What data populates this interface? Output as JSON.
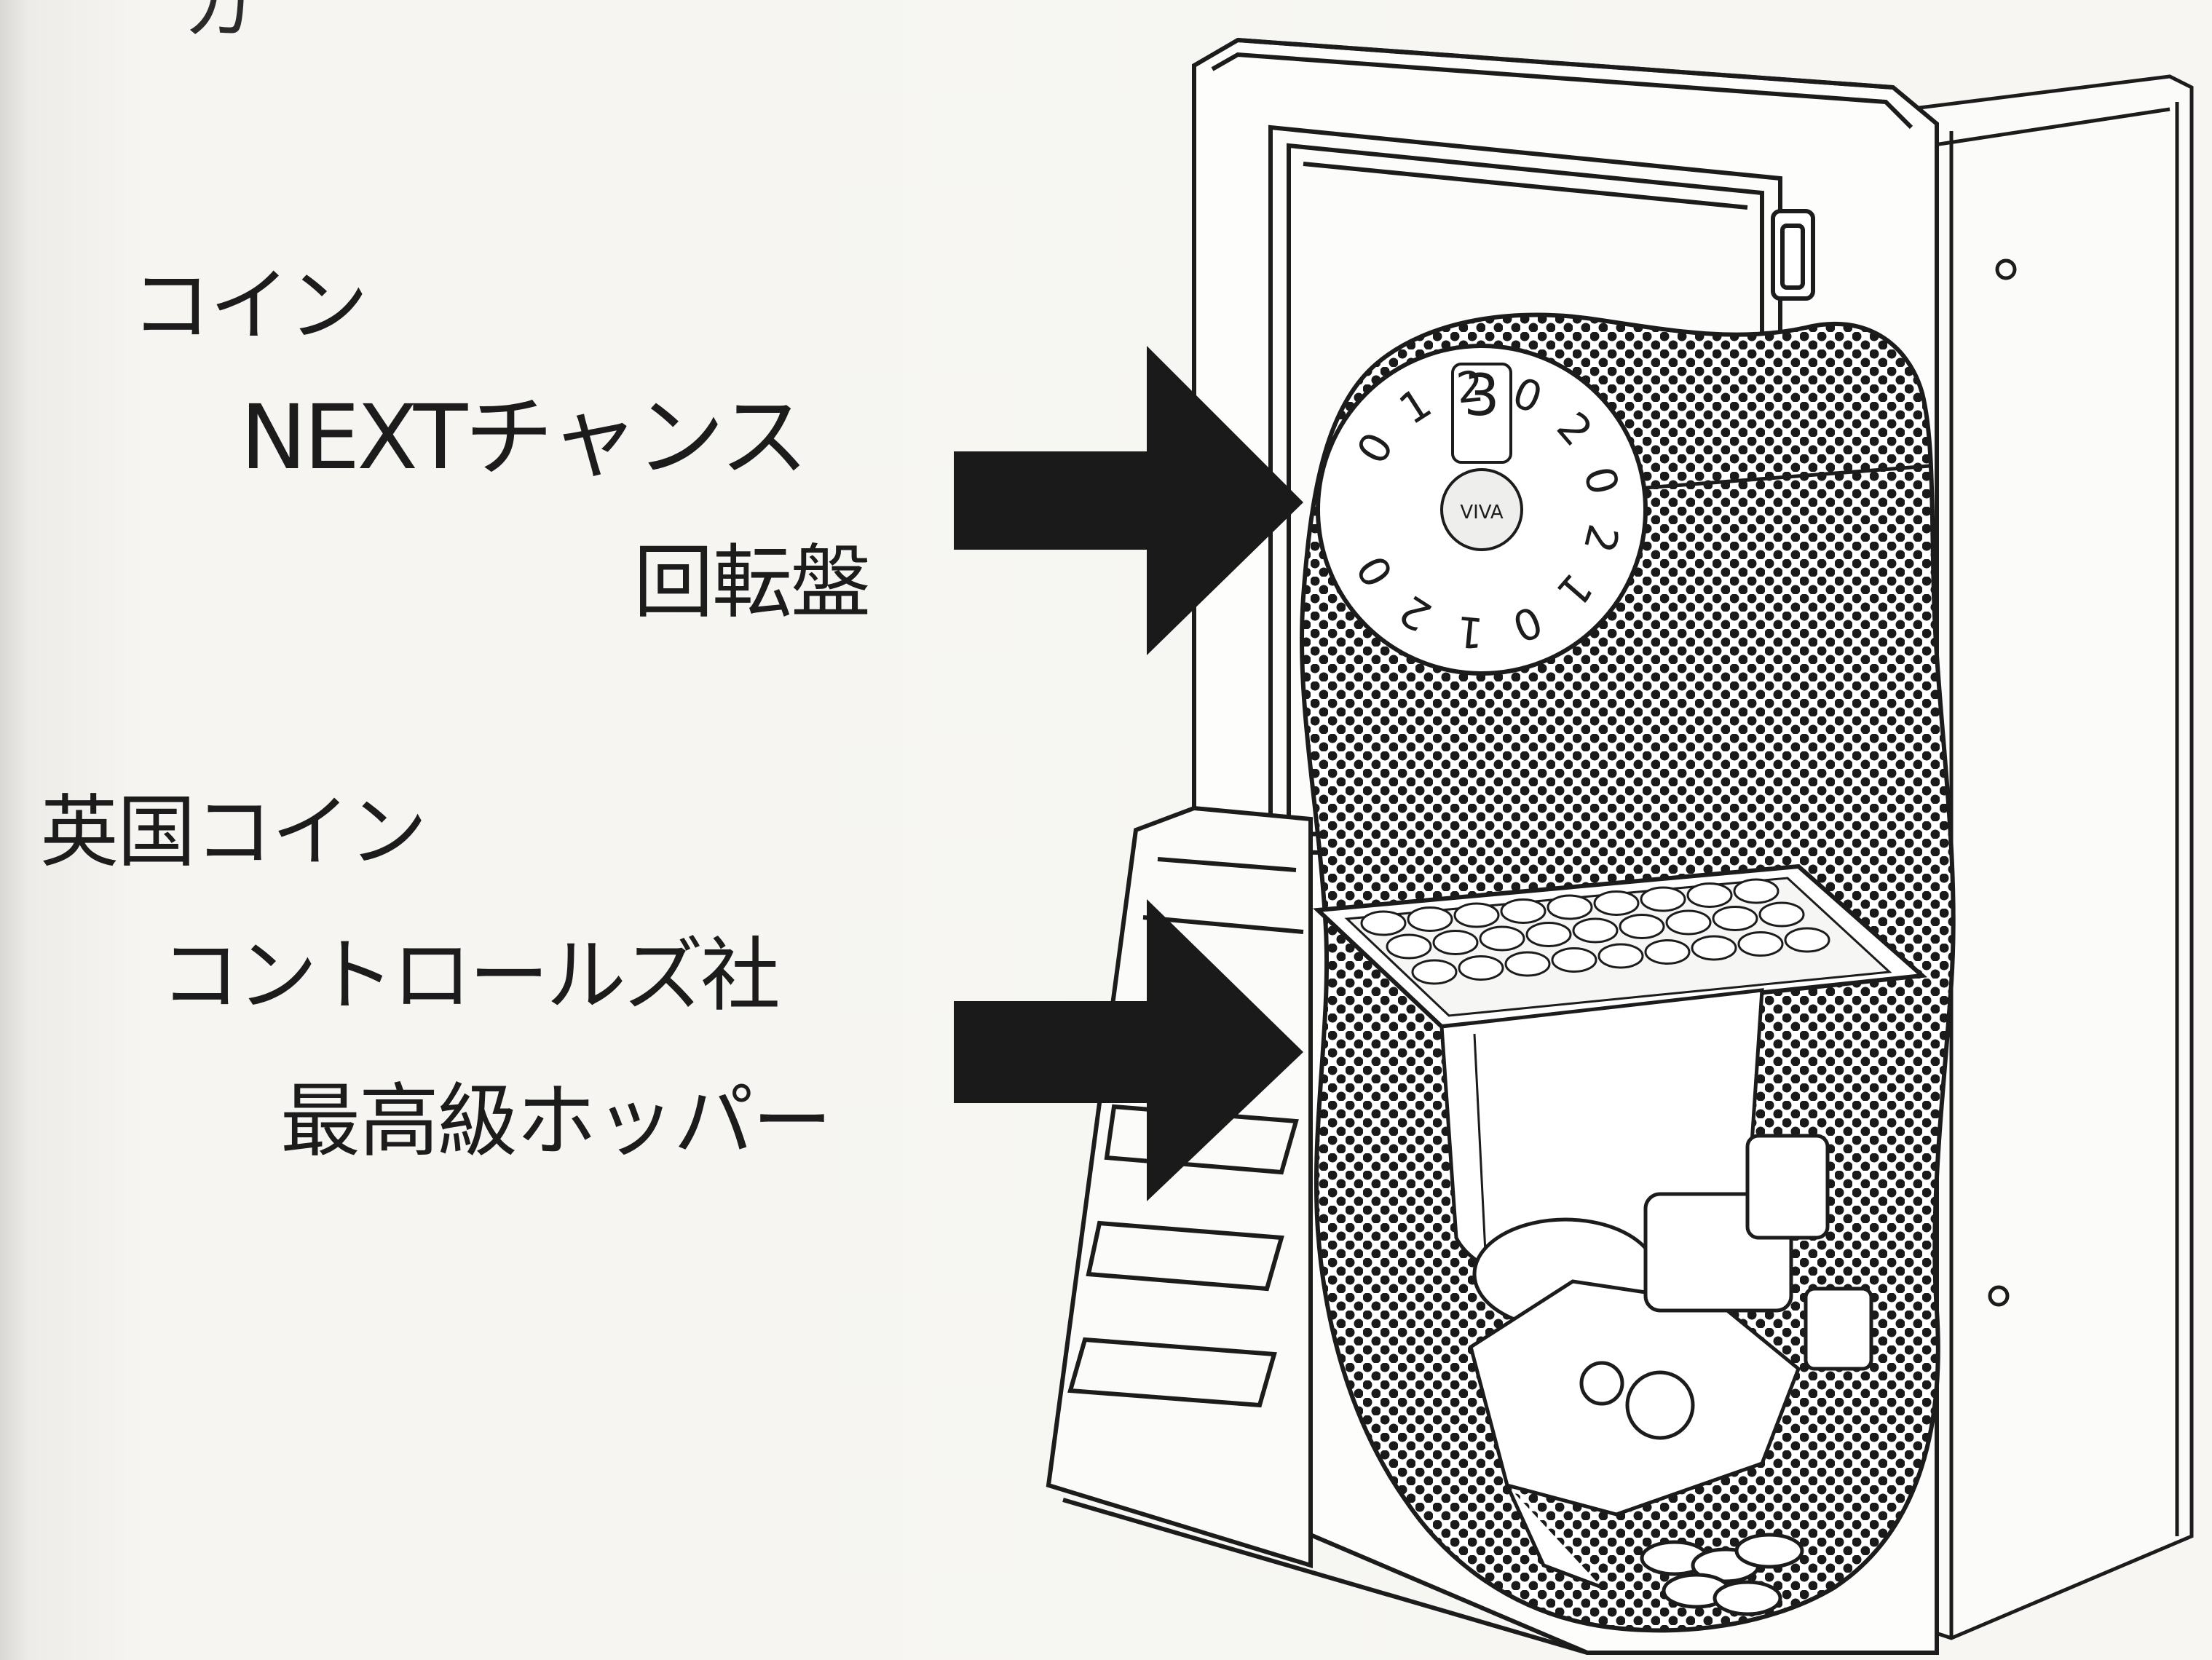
{
  "labels": {
    "top_fragment": "カ",
    "coin_next_chance": {
      "line1": "コイン",
      "line2": "NEXTチャンス",
      "line3": "回転盤"
    },
    "hopper": {
      "line1": "英国コイン",
      "line2": "コントロールズ社",
      "line3": "最高級ホッパー"
    }
  },
  "dial": {
    "top_number": "3",
    "numbers": [
      "0",
      "1",
      "2",
      "0",
      "2",
      "0",
      "2",
      "1",
      "0",
      "1",
      "2",
      "0"
    ],
    "hub_text": "VIVA"
  },
  "colors": {
    "ink": "#1c1c1c",
    "paper": "#f6f5f2",
    "arrow": "#1a1a1a"
  }
}
